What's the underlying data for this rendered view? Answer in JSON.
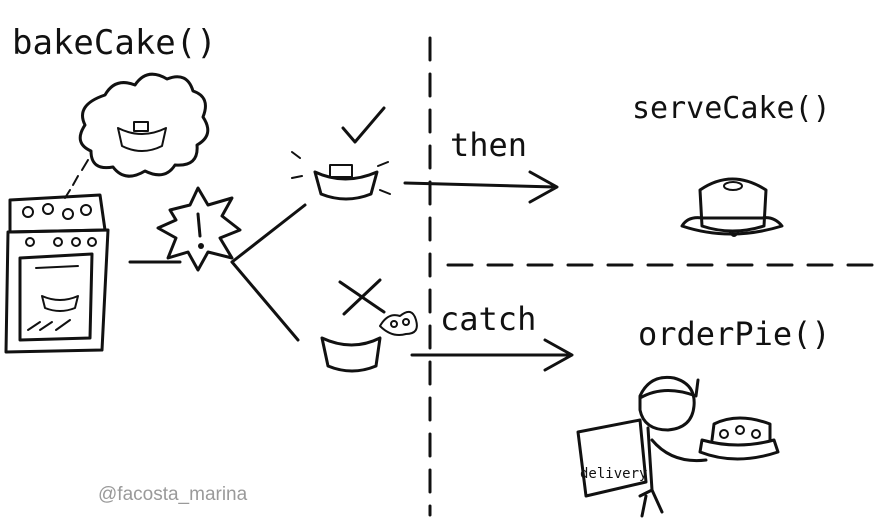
{
  "labels": {
    "bake": "bakeCake()",
    "then": "then",
    "catch": "catch",
    "serve": "serveCake()",
    "order": "orderPie()",
    "delivery": "delivery"
  },
  "credit": "@facosta_marina"
}
